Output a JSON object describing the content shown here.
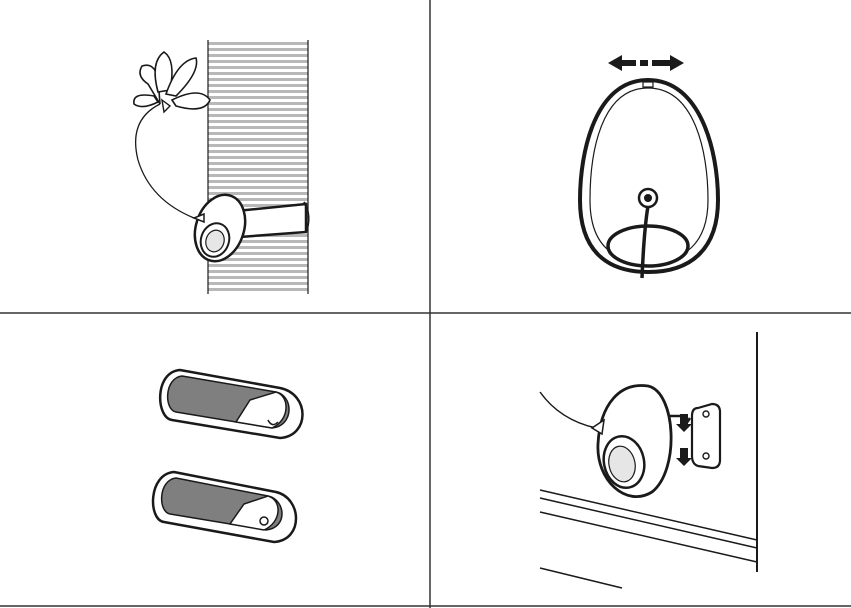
{
  "layout": {
    "type": "four-panel-instruction-diagram",
    "panels": [
      {
        "id": "panel-1",
        "depicts": "sensor-strapped-to-pipe-with-flower-cable-tie"
      },
      {
        "id": "panel-2",
        "depicts": "sensor-rear-view-with-horizontal-adjust-arrows"
      },
      {
        "id": "panel-3",
        "depicts": "two-adhesive-pads-with-peel-backing"
      },
      {
        "id": "panel-4",
        "depicts": "sensor-sliding-onto-wall-bracket"
      }
    ]
  },
  "colors": {
    "line": "#1a1a1a",
    "divider": "#333333",
    "pipe_fill": "#eeeeee",
    "adhesive_fill": "#7f7f7f",
    "paper": "#ffffff"
  },
  "icons": [
    "double-arrow-icon",
    "down-arrow-icon",
    "flower-icon"
  ]
}
